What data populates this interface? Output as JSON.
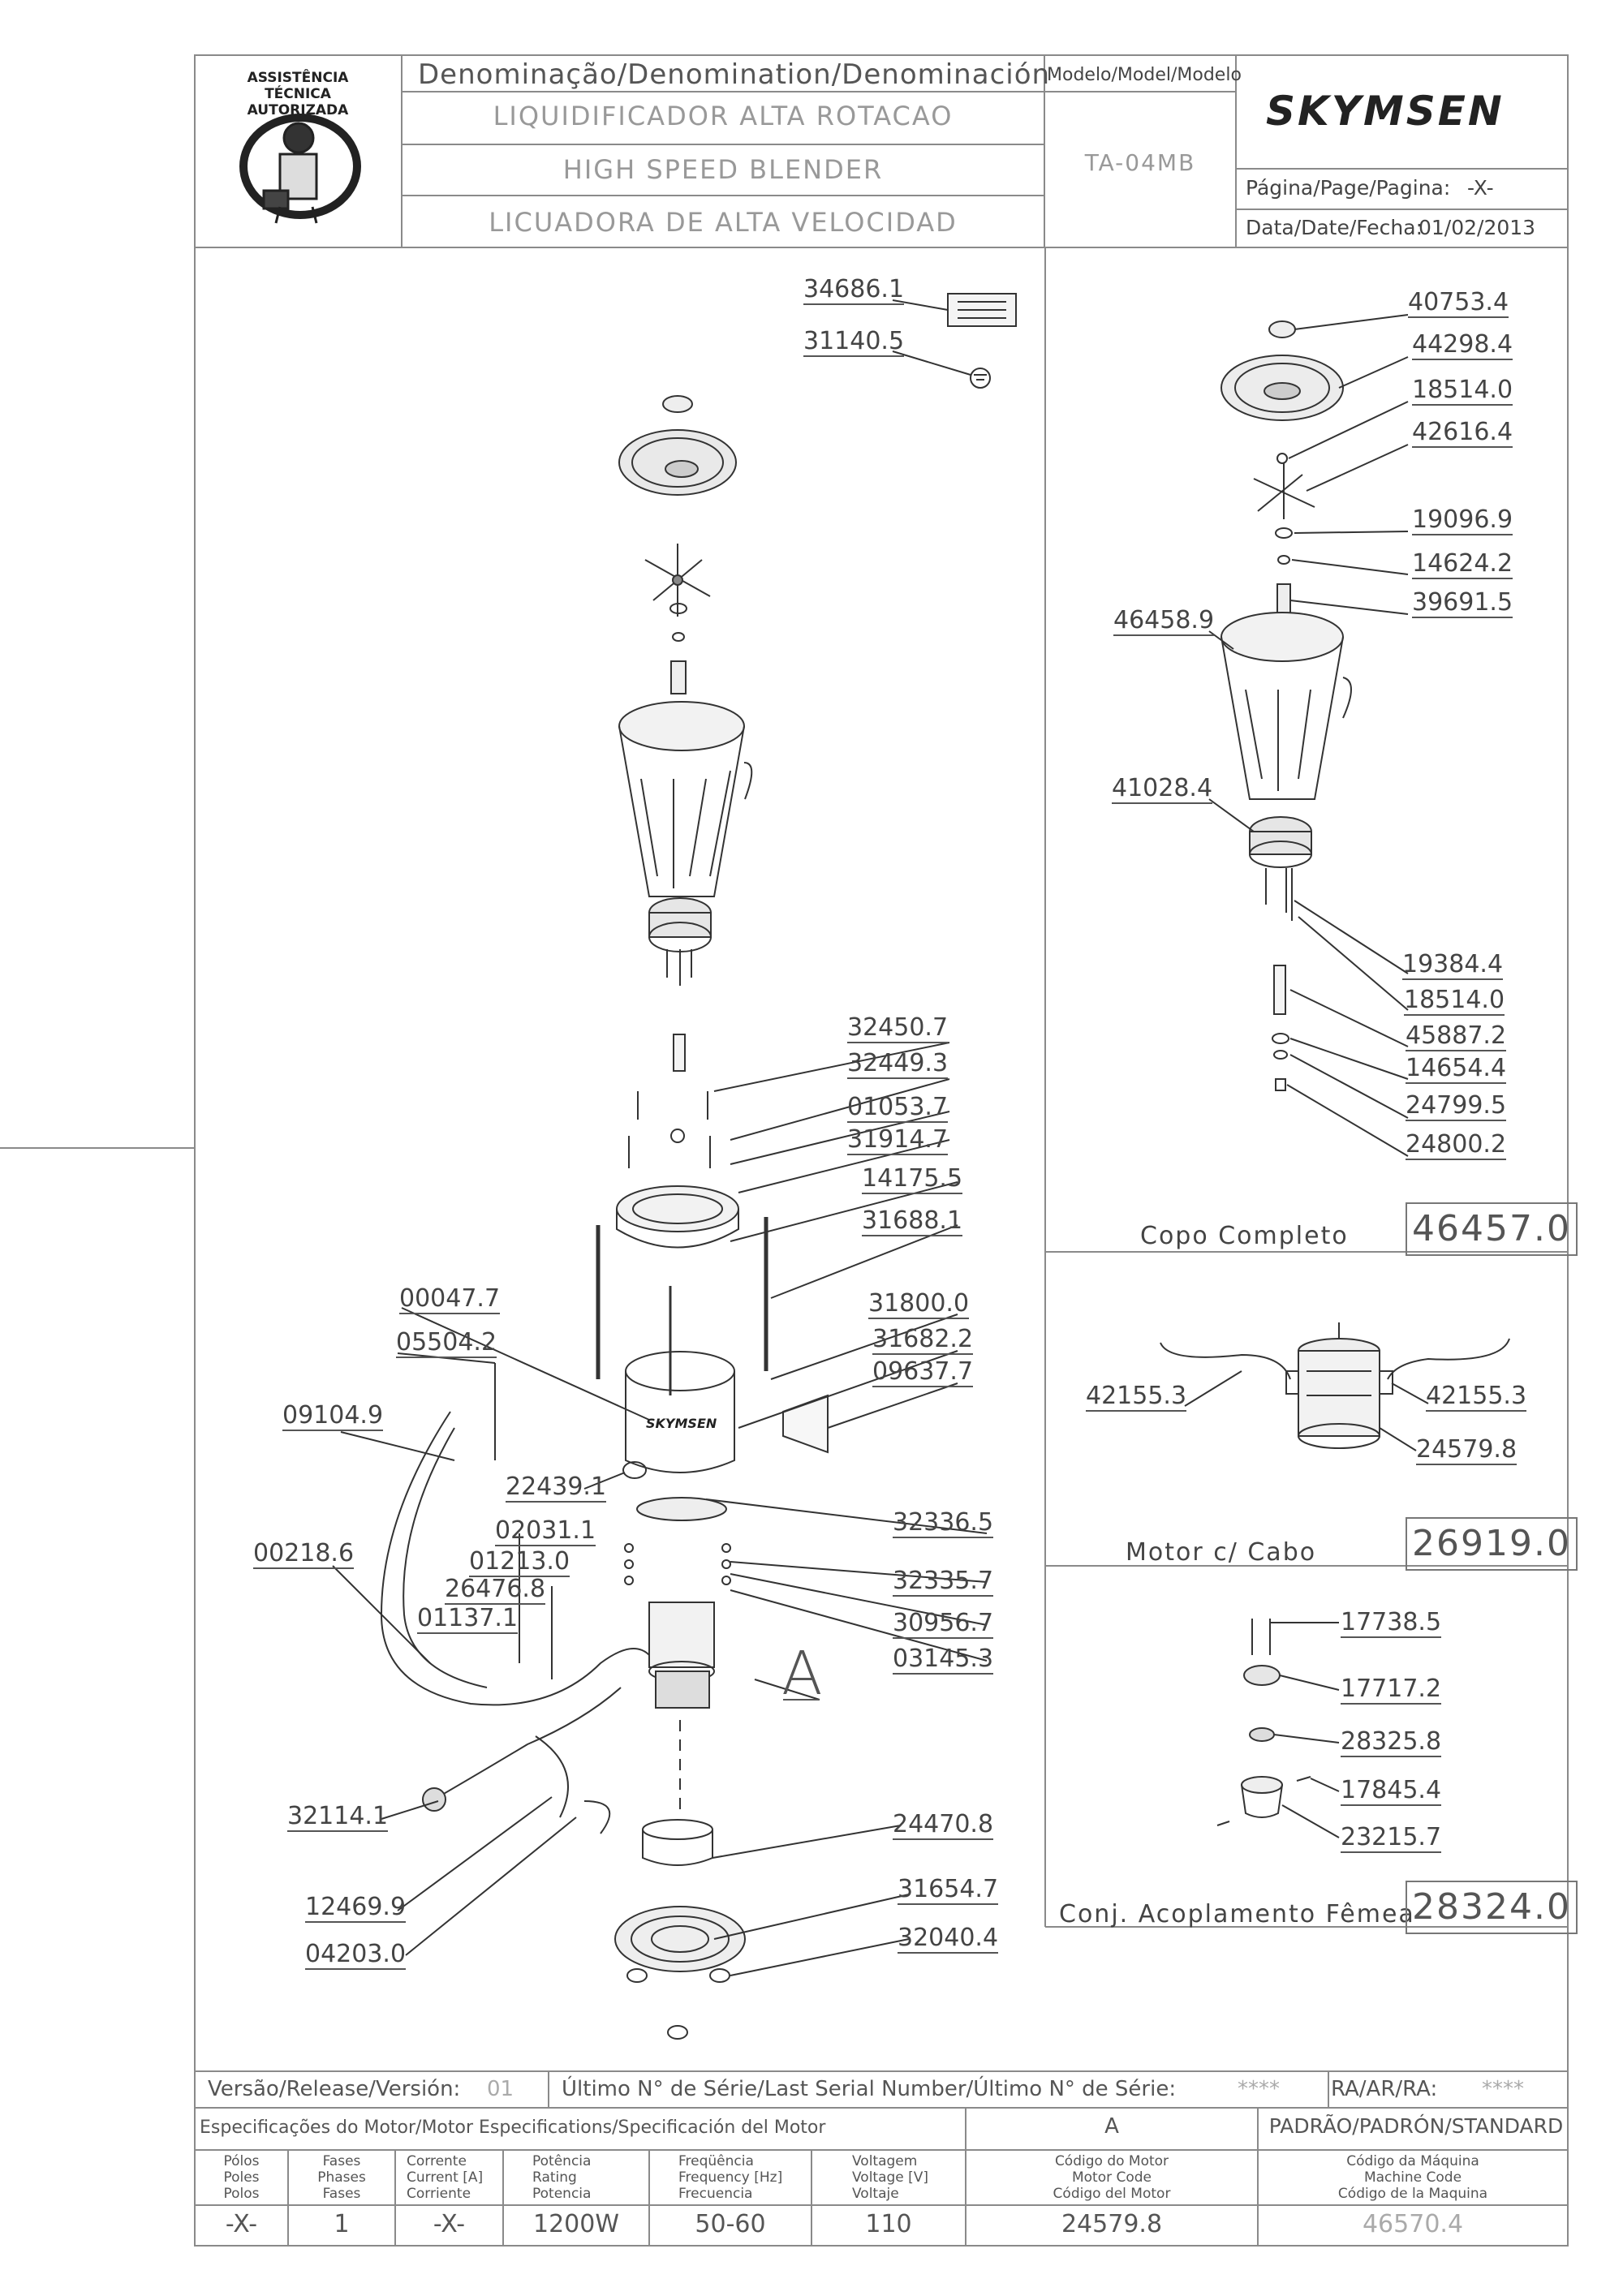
{
  "header": {
    "denomination_label": "Denominação/Denomination/Denominación",
    "name_pt": "LIQUIDIFICADOR ALTA ROTACAO",
    "name_en": "HIGH SPEED BLENDER",
    "name_es": "LICUADORA DE ALTA VELOCIDAD",
    "model_label": "Modelo/Model/Modelo",
    "model_value": "TA-04MB",
    "brand": "SKYMSEN",
    "page_label": "Página/Page/Pagina:",
    "page_value": "-X-",
    "date_label": "Data/Date/Fecha:",
    "date_value": "01/02/2013",
    "seal_text": "ASSISTÊNCIA TÉCNICA AUTORIZADA"
  },
  "main_parts": {
    "p34686": "34686.1",
    "p31140": "31140.5",
    "p32450": "32450.7",
    "p32449": "32449.3",
    "p01053": "01053.7",
    "p31914": "31914.7",
    "p14175": "14175.5",
    "p31688": "31688.1",
    "p00047": "00047.7",
    "p05504": "05504.2",
    "p31800": "31800.0",
    "p31682": "31682.2",
    "p09637": "09637.7",
    "p09104": "09104.9",
    "p22439": "22439.1",
    "p02031": "02031.1",
    "p32336": "32336.5",
    "p00218": "00218.6",
    "p01213": "01213.0",
    "p26476": "26476.8",
    "p32335": "32335.7",
    "p01137": "01137.1",
    "p30956": "30956.7",
    "p03145": "03145.3",
    "detail_marker": "A",
    "p32114": "32114.1",
    "p24470": "24470.8",
    "p31654": "31654.7",
    "p12469": "12469.9",
    "p32040": "32040.4",
    "p04203": "04203.0",
    "body_logo": "SKYMSEN"
  },
  "cup_box": {
    "parts": [
      "40753.4",
      "44298.4",
      "18514.0",
      "42616.4",
      "19096.9",
      "14624.2",
      "39691.5",
      "46458.9",
      "41028.4",
      "19384.4",
      "18514.0",
      "45887.2",
      "14654.4",
      "24799.5",
      "24800.2"
    ],
    "title": "Copo Completo",
    "code": "46457.0"
  },
  "motor_box": {
    "parts": [
      "42155.3",
      "42155.3",
      "24579.8"
    ],
    "title": "Motor c/ Cabo",
    "code": "26919.0"
  },
  "coupling_box": {
    "parts": [
      "17738.5",
      "17717.2",
      "28325.8",
      "17845.4",
      "23215.7"
    ],
    "title": "Conj. Acoplamento Fêmea",
    "code": "28324.0"
  },
  "footer": {
    "version_label": "Versão/Release/Versión:",
    "version_value": "01",
    "serial_label": "Último N° de Série/Last Serial Number/Último N° de Série:",
    "serial_value": "****",
    "ra_label": "RA/AR/RA:",
    "ra_value": "****",
    "motor_spec_label": "Especificações do Motor/Motor Especifications/Specificación del Motor",
    "variant": "A",
    "standard": "PADRÃO/PADRÓN/STANDARD",
    "col_poles": [
      "Pólos",
      "Poles",
      "Polos"
    ],
    "col_phases": [
      "Fases",
      "Phases",
      "Fases"
    ],
    "col_current": [
      "Corrente",
      "Current [A]",
      "Corriente"
    ],
    "col_power": [
      "Potência",
      "Rating",
      "Potencia"
    ],
    "col_freq": [
      "Freqüência",
      "Frequency [Hz]",
      "Frecuencia"
    ],
    "col_voltage": [
      "Voltagem",
      "Voltage [V]",
      "Voltaje"
    ],
    "col_motor_code": [
      "Código do Motor",
      "Motor Code",
      "Código del Motor"
    ],
    "col_machine_code": [
      "Código da Máquina",
      "Machine Code",
      "Código de la Maquina"
    ],
    "val_poles": "-X-",
    "val_phases": "1",
    "val_current": "-X-",
    "val_power": "1200W",
    "val_freq": "50-60",
    "val_voltage": "110",
    "val_motor_code": "24579.8",
    "val_machine_code": "46570.4"
  }
}
